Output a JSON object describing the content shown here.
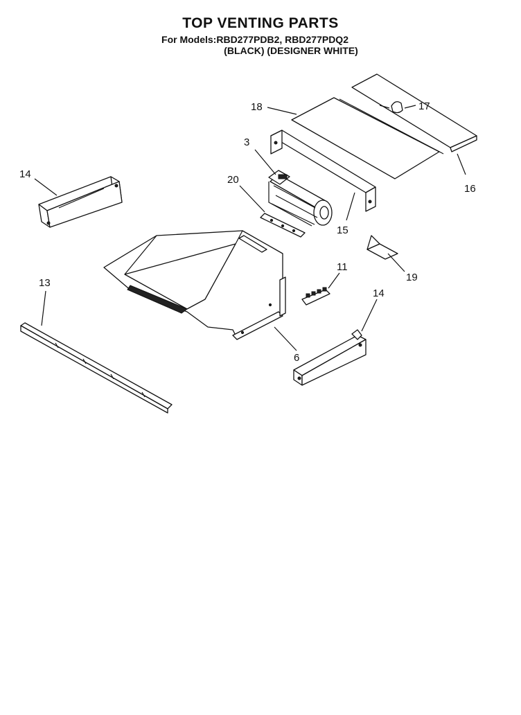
{
  "header": {
    "title": "TOP VENTING PARTS",
    "models": "For Models:RBD277PDB2, RBD277PDQ2",
    "colors": "(BLACK)  (DESIGNER WHITE)"
  },
  "callouts": {
    "c18": "18",
    "c17": "17",
    "c16": "16",
    "c3": "3",
    "c14a": "14",
    "c20": "20",
    "c15": "15",
    "c19": "19",
    "c11": "11",
    "c13": "13",
    "c14b": "14",
    "c6": "6"
  }
}
